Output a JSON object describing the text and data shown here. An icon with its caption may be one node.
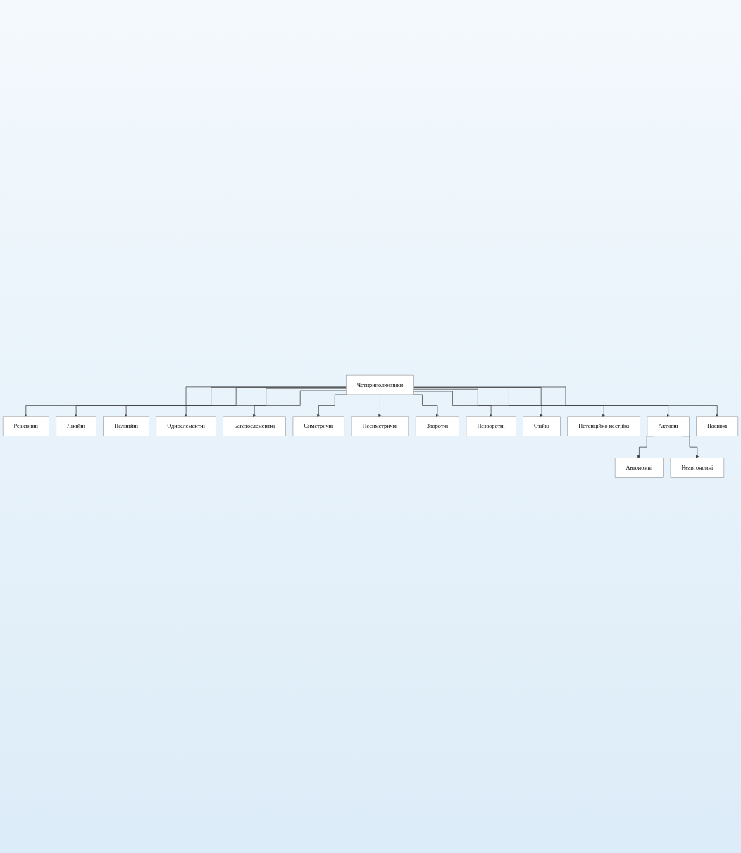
{
  "diagram": {
    "nodes": [
      {
        "text": [
          "Чотириполюсники"
        ]
      },
      {
        "text": [
          "Реактивні"
        ]
      },
      {
        "text": [
          "Лінійні"
        ]
      },
      {
        "text": [
          "Нелінійні"
        ]
      },
      {
        "text": [
          "Одноелементні"
        ]
      },
      {
        "text": [
          "Багатоелементні"
        ]
      },
      {
        "text": [
          "Симетричні"
        ]
      },
      {
        "text": [
          "Несиметричні"
        ]
      },
      {
        "text": [
          "Зворотні"
        ]
      },
      {
        "text": [
          "Незворотні"
        ]
      },
      {
        "text": [
          "Стійкі"
        ]
      },
      {
        "text": [
          "Потенційно нестійкі"
        ]
      },
      {
        "text": [
          "Активні"
        ]
      },
      {
        "text": [
          "Пасивні"
        ]
      },
      {
        "text": [
          "Автономні"
        ]
      },
      {
        "text": [
          "Неавтономні"
        ]
      }
    ],
    "edges": [
      {
        "from": 0,
        "to": 1,
        "arrow": "to"
      },
      {
        "from": 0,
        "to": 2,
        "arrow": "to"
      },
      {
        "from": 0,
        "to": 3,
        "arrow": "to"
      },
      {
        "from": 0,
        "to": 4,
        "arrow": "to"
      },
      {
        "from": 0,
        "to": 5,
        "arrow": "to"
      },
      {
        "from": 0,
        "to": 6,
        "arrow": "to"
      },
      {
        "from": 0,
        "to": 7,
        "arrow": "to"
      },
      {
        "from": 0,
        "to": 8,
        "arrow": "to"
      },
      {
        "from": 0,
        "to": 9,
        "arrow": "to"
      },
      {
        "from": 0,
        "to": 10,
        "arrow": "to"
      },
      {
        "from": 0,
        "to": 11,
        "arrow": "to"
      },
      {
        "from": 0,
        "to": 12,
        "arrow": "to"
      },
      {
        "from": 0,
        "to": 13,
        "arrow": "to"
      },
      {
        "from": 12,
        "to": 14,
        "arrow": "to"
      },
      {
        "from": 12,
        "to": 15,
        "arrow": "to"
      }
    ]
  }
}
